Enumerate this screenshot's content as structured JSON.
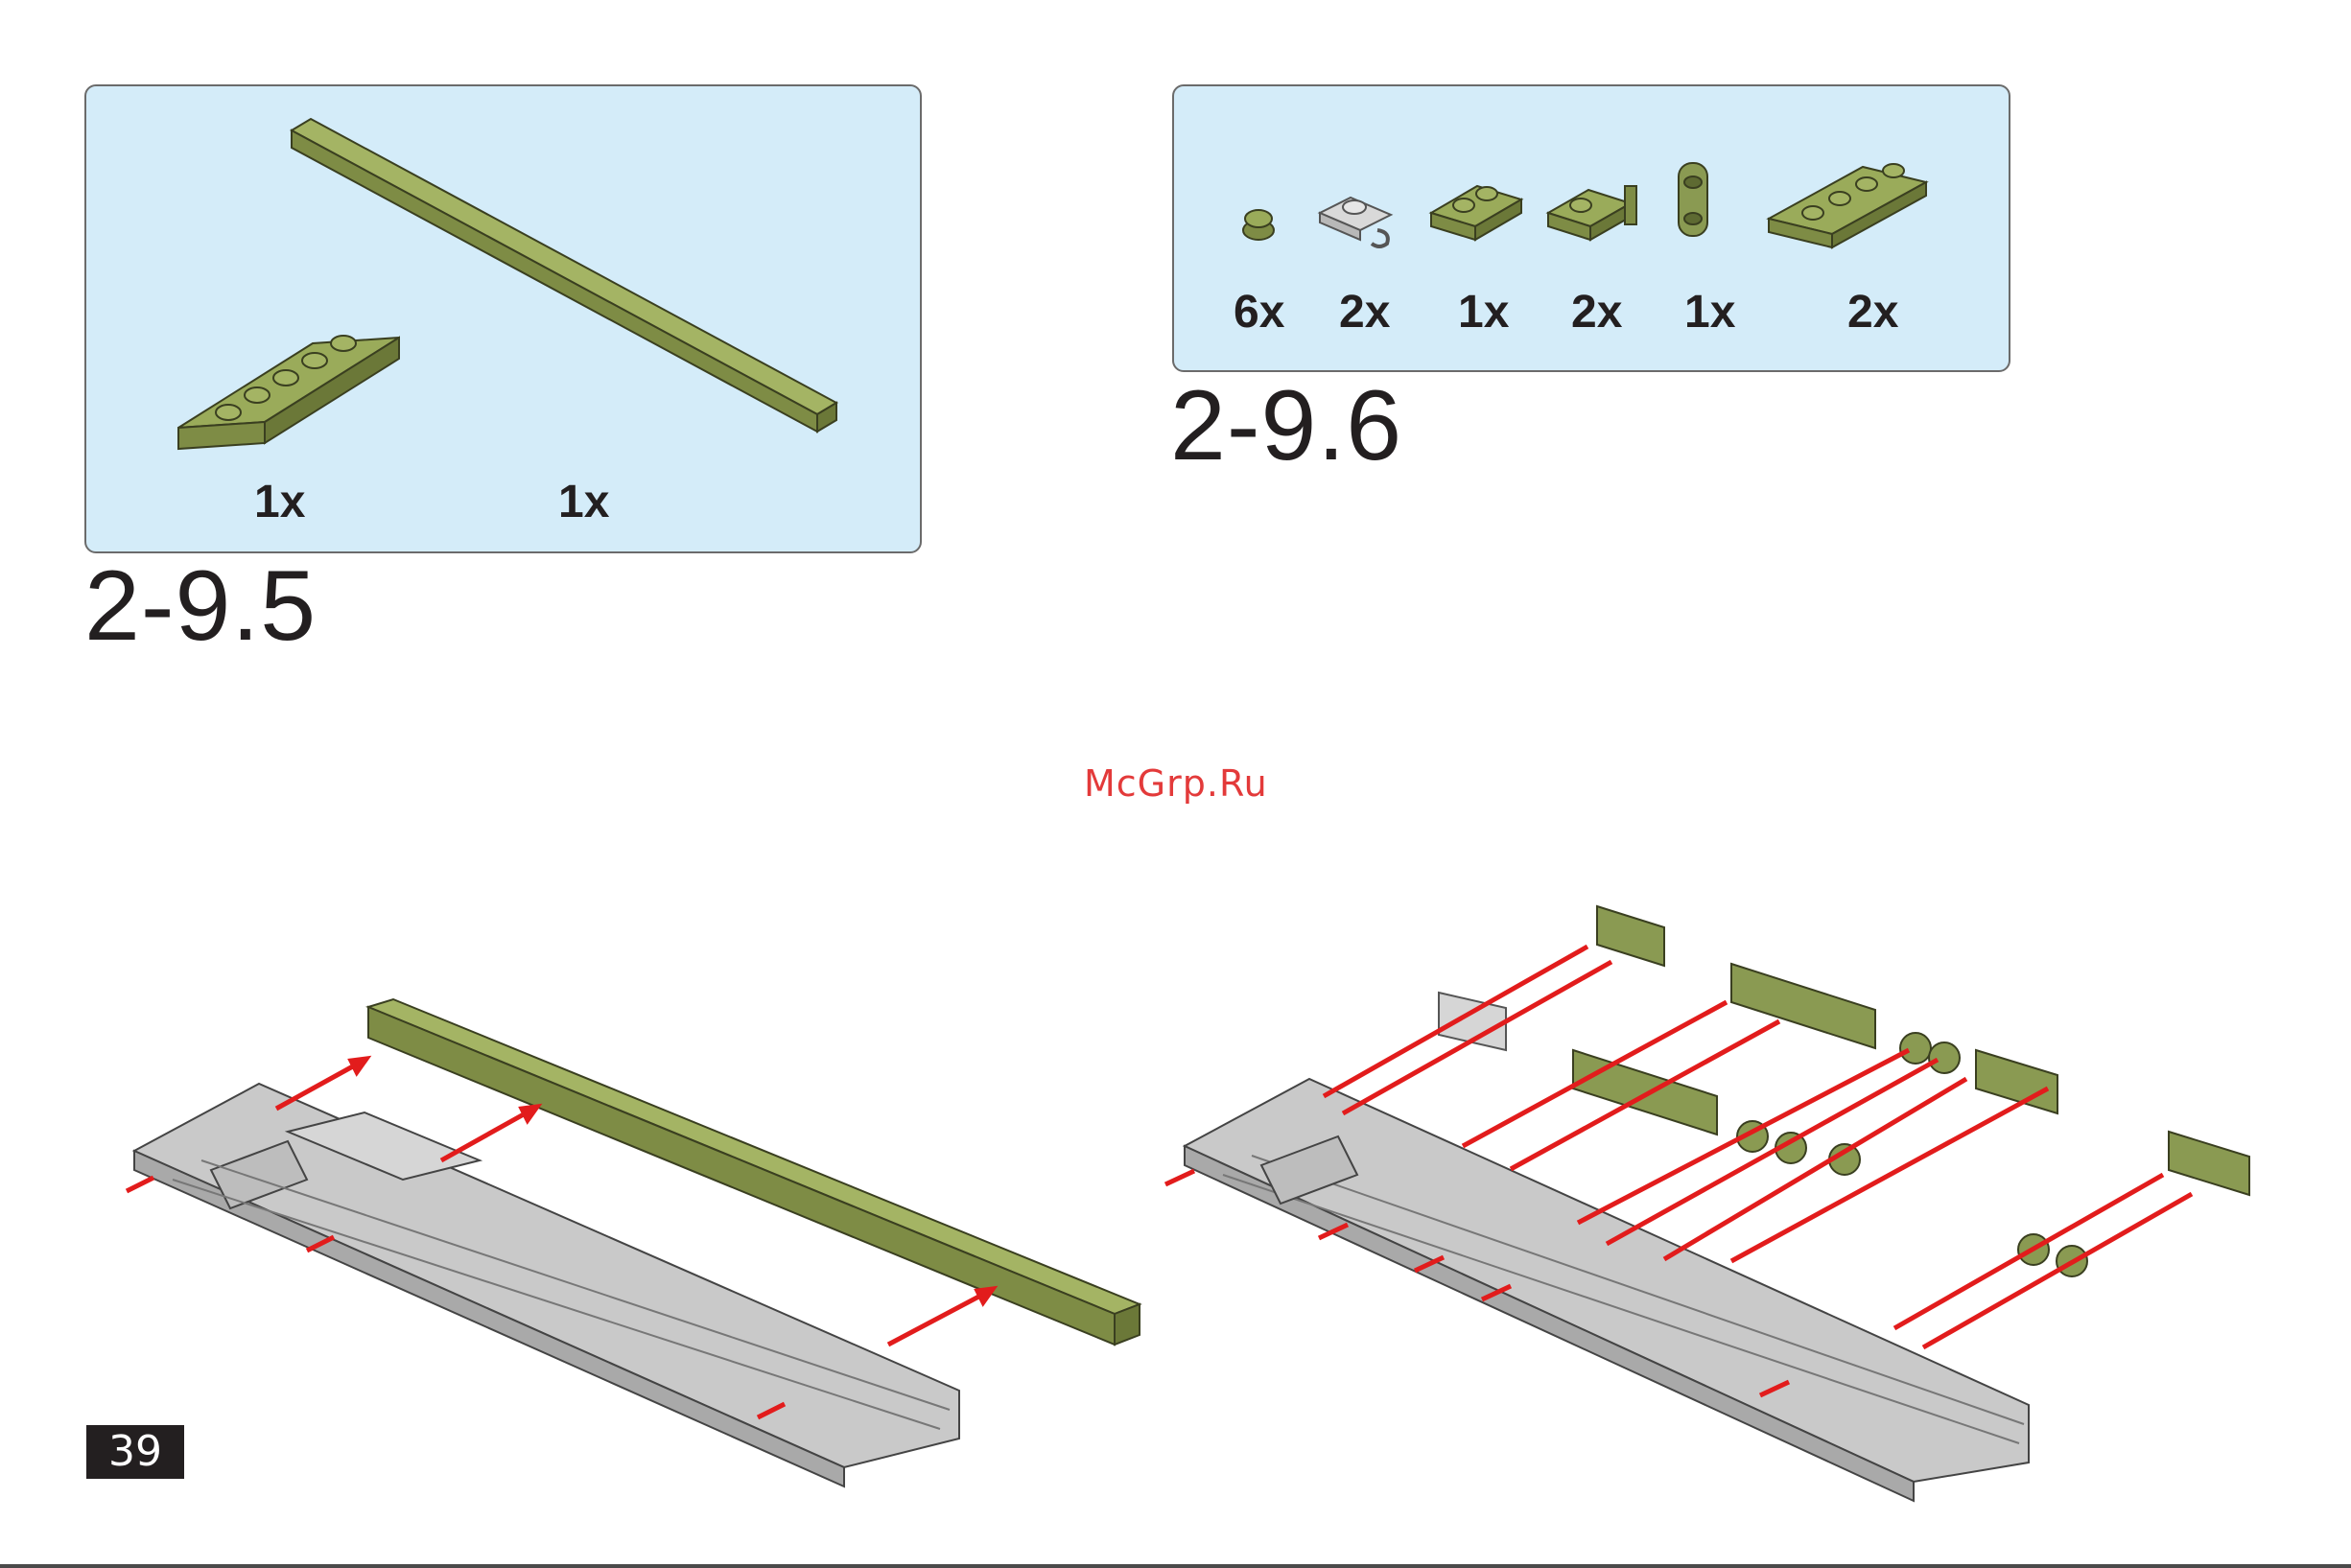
{
  "step_a": {
    "label": "2-9.5",
    "parts": [
      {
        "qty": "1x"
      },
      {
        "qty": "1x"
      }
    ]
  },
  "step_b": {
    "label": "2-9.6",
    "parts": [
      {
        "qty": "6x"
      },
      {
        "qty": "2x"
      },
      {
        "qty": "1x"
      },
      {
        "qty": "2x"
      },
      {
        "qty": "1x"
      },
      {
        "qty": "2x"
      }
    ]
  },
  "watermark": "McGrp.Ru",
  "page_number": "39",
  "colors": {
    "panel": "#d4ecf9",
    "brick_green": "#8a9a52",
    "brick_gray": "#c9c9c9",
    "arrow": "#e21c1c"
  }
}
